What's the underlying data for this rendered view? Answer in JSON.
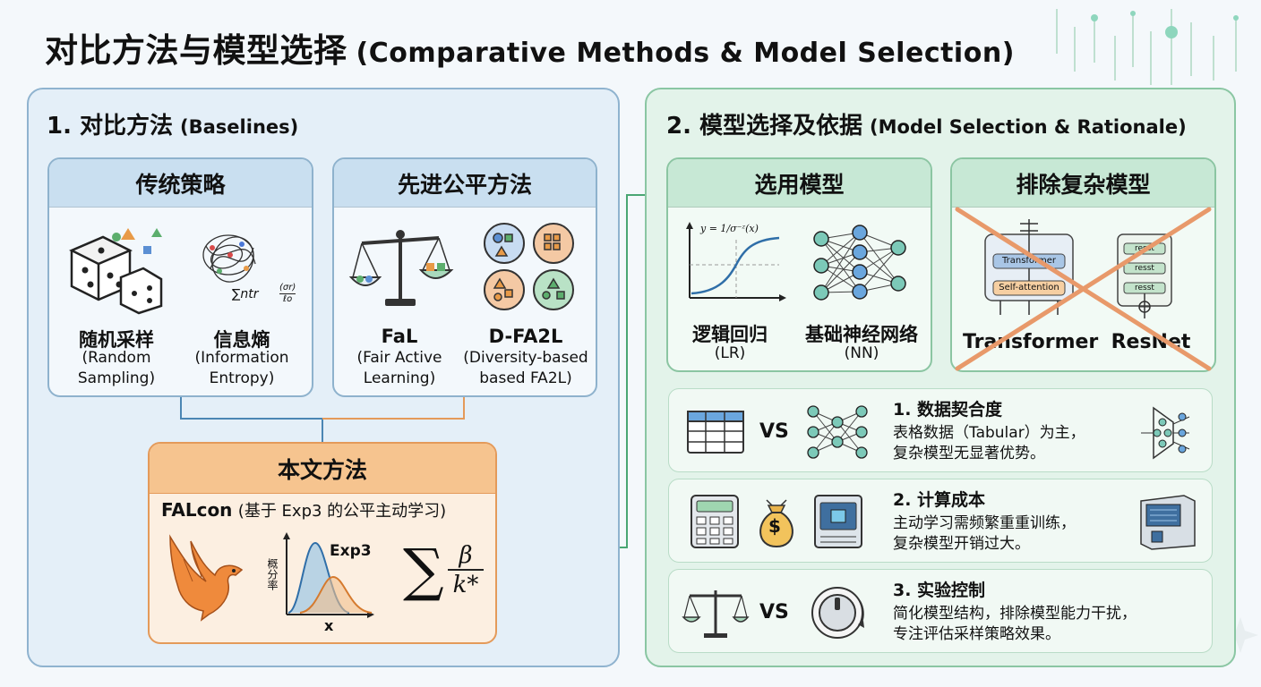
{
  "title": {
    "cn": "对比方法与模型选择",
    "en": "(Comparative Methods & Model Selection)"
  },
  "left": {
    "title_cn": "1. 对比方法",
    "title_en": "(Baselines)",
    "traditional": {
      "header": "传统策略",
      "random": {
        "cn": "随机采样",
        "en1": "(Random",
        "en2": "Sampling)"
      },
      "entropy": {
        "cn": "信息熵",
        "en1": "(Information",
        "en2": "Entropy)",
        "formula": "∑ntr",
        "frac_top": "(σr)",
        "frac_bot": "ℓo"
      }
    },
    "advanced": {
      "header": "先进公平方法",
      "fal": {
        "cn": "FaL",
        "en1": "(Fair Active",
        "en2": "Learning)"
      },
      "dfa2l": {
        "cn": "D-FA2L",
        "en1": "(Diversity-based",
        "en2": "based FA2L)"
      }
    },
    "ours": {
      "header": "本文方法",
      "name": "FALcon",
      "desc": "(基于 Exp3 的公平主动学习)",
      "exp3": "Exp3",
      "ylabel": "概分率",
      "xlabel": "x",
      "beta": "β",
      "kstar": "k*"
    }
  },
  "right": {
    "title_cn": "2. 模型选择及依据",
    "title_en": "(Model Selection & Rationale)",
    "selected": {
      "header": "选用模型",
      "formula": "y = 1/σ⁻ᶻ(x)",
      "lr": {
        "cn": "逻辑回归",
        "en": "(LR)"
      },
      "nn": {
        "cn": "基础神经网络",
        "en": "(NN)"
      }
    },
    "excluded": {
      "header": "排除复杂模型",
      "transformer": "Transformer",
      "resnet": "ResNet",
      "tf_block1": "Transformer",
      "tf_block2": "Self-attention",
      "res_block": "resst"
    },
    "reasons": [
      {
        "title": "1. 数据契合度",
        "vs": "VS",
        "line1": "表格数据（Tabular）为主，",
        "line2": "复杂模型无显著优势。"
      },
      {
        "title": "2. 计算成本",
        "line1": "主动学习需频繁重重训练，",
        "line2": "复杂模型开销过大。",
        "dollar": "$"
      },
      {
        "title": "3. 实验控制",
        "vs": "VS",
        "line1": "简化模型结构，排除模型能力干扰，",
        "line2": "专注评估采样策略效果。"
      }
    ]
  },
  "colors": {
    "blue_border": "#8fb3cf",
    "green_border": "#8ac6a3",
    "orange": "#e49a5a",
    "cross": "#e8996a"
  }
}
